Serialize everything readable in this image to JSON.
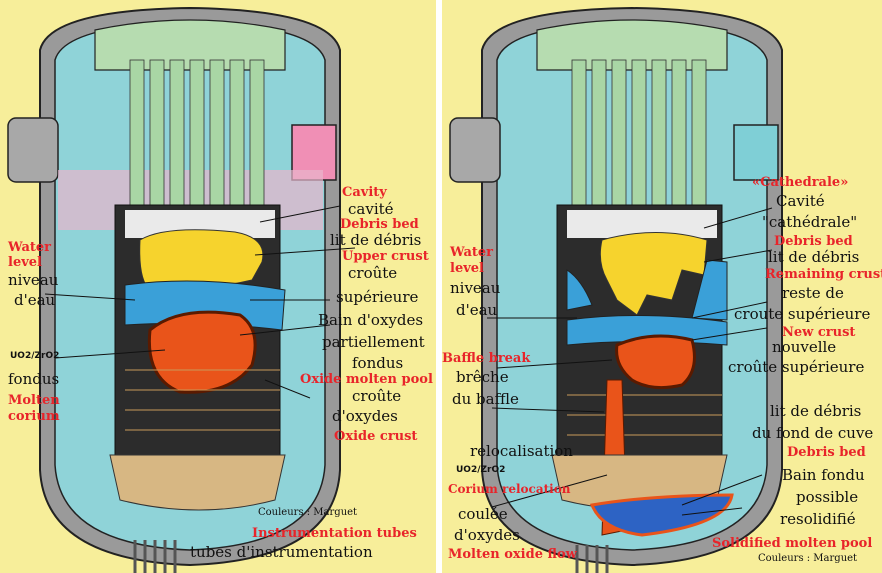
{
  "left": {
    "labels": {
      "cavity_en": "Cavity",
      "cavity_fr": "cavité",
      "debris_en": "Debris bed",
      "debris_fr": "lit de débris",
      "upper_crust_en": "Upper crust",
      "upper_crust_fr1": "croûte",
      "upper_crust_fr2": "supérieure",
      "bath_fr1": "Bain d'oxydes",
      "bath_fr2": "partiellement",
      "bath_fr3": "fondus",
      "oxide_pool_en": "Oxide molten pool",
      "oxide_crust_fr1": "croûte",
      "oxide_crust_fr2": "d'oxydes",
      "oxide_crust_en": "Oxide crust",
      "water_en1": "Water",
      "water_en2": "level",
      "water_fr1": "niveau",
      "water_fr2": "d'eau",
      "uo2": "UO2/ZrO2",
      "fondus": "fondus",
      "molten_en1": "Molten",
      "molten_en2": "corium",
      "credit": "Couleurs : Marguet",
      "instr_en": "Instrumentation tubes",
      "instr_fr": "tubes d'instrumentation"
    }
  },
  "right": {
    "labels": {
      "cath_en": "«Cathedrale»",
      "cath_fr1": "Cavité",
      "cath_fr2": "\"cathédrale\"",
      "debris_en": "Debris bed",
      "debris_fr": "lit de débris",
      "remain_en": "Remaining crust",
      "remain_fr1": "reste de",
      "remain_fr2": "croute supérieure",
      "new_crust_en": "New crust",
      "new_crust_fr1": "nouvelle",
      "new_crust_fr2": "croûte supérieure",
      "water_en1": "Water",
      "water_en2": "level",
      "water_fr1": "niveau",
      "water_fr2": "d'eau",
      "baffle_en": "Baffle break",
      "baffle_fr1": "brêche",
      "baffle_fr2": "du baffle",
      "reloc_fr": "relocalisation",
      "uo2": "UO2/ZrO2",
      "corium_reloc_en": "Corium relocation",
      "coulee_fr1": "coulée",
      "coulee_fr2": "d'oxydes",
      "flow_en": "Molten oxide flow",
      "bottom_debris_fr1": "lit de débris",
      "bottom_debris_fr2": "du fond de cuve",
      "bottom_debris_en": "Debris bed",
      "bath_fr1": "Bain fondu",
      "bath_fr2": "possible",
      "bath_fr3": "resolidifié",
      "solid_en": "Solidified molten pool",
      "credit": "Couleurs : Marguet"
    }
  }
}
